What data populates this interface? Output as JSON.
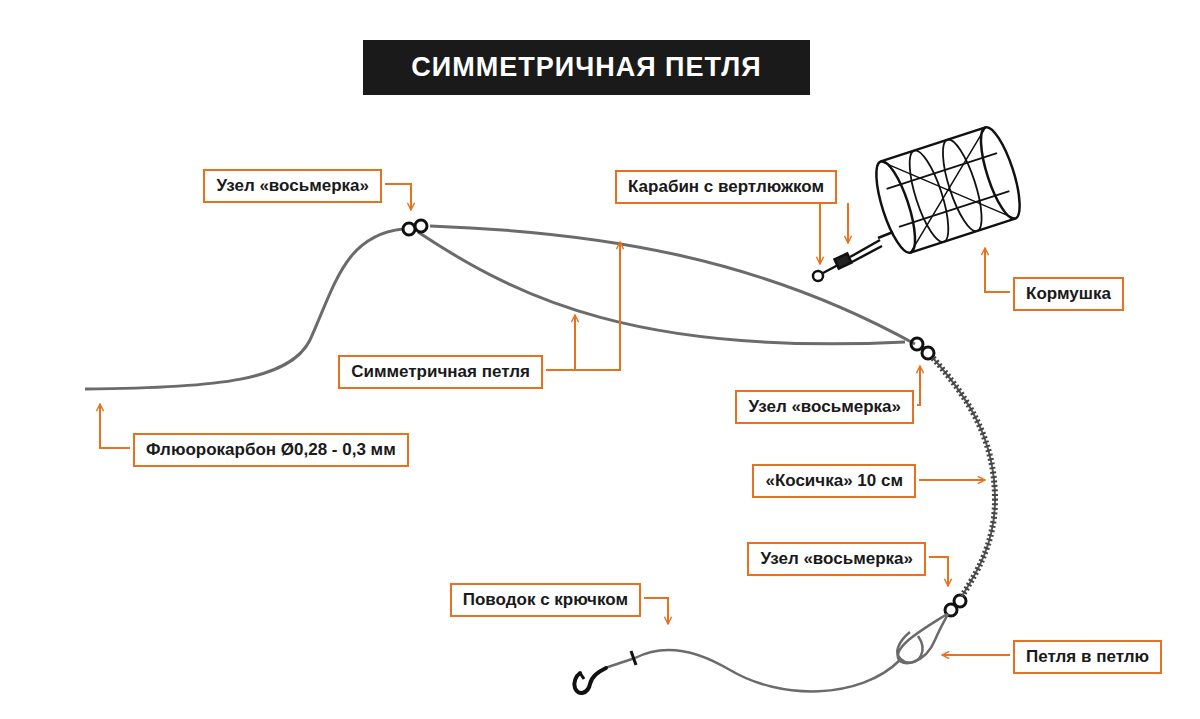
{
  "diagram": {
    "title": "СИММЕТРИЧНАЯ ПЕТЛЯ",
    "nodes": [
      {
        "text": [
          "Узел «восьмерка»"
        ]
      },
      {
        "text": [
          "Карабин с вертлюжком"
        ]
      },
      {
        "text": [
          "Кормушка"
        ]
      },
      {
        "text": [
          "Симметричная петля"
        ]
      },
      {
        "text": [
          "Узел «восьмерка»"
        ]
      },
      {
        "text": [
          "Флюорокарбон Ø0,28 - 0,3 мм"
        ]
      },
      {
        "text": [
          "«Косичка» 10 см"
        ]
      },
      {
        "text": [
          "Узел «восьмерка»"
        ]
      },
      {
        "text": [
          "Поводок с крючком"
        ]
      },
      {
        "text": [
          "Петля в петлю"
        ]
      }
    ]
  }
}
